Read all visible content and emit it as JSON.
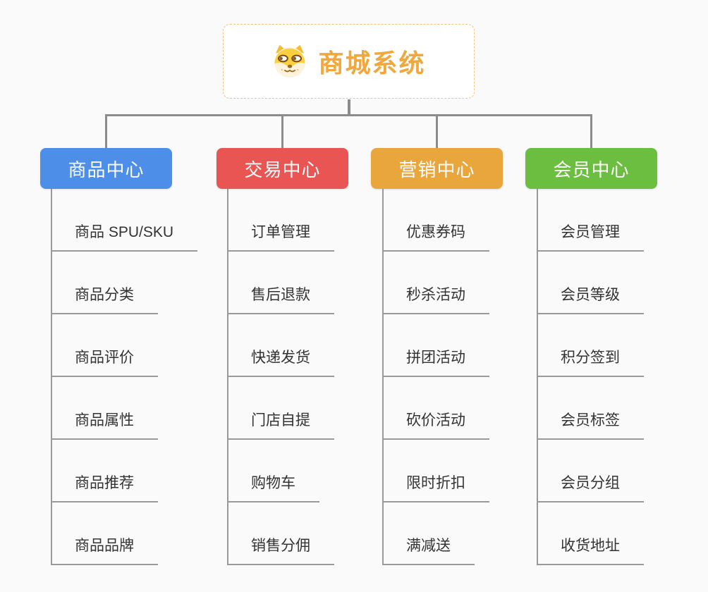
{
  "canvas": {
    "background": "#FAFAFA",
    "connector_color": "#8C8C8C",
    "leaf_line_color": "#999999"
  },
  "root": {
    "title": "商城系统",
    "icon": "doge-icon",
    "title_color": "#F0A73C",
    "border_color": "#F0C27B"
  },
  "branches": [
    {
      "label": "商品中心",
      "color": "#4C8EE8",
      "children": [
        "商品 SPU/SKU",
        "商品分类",
        "商品评价",
        "商品属性",
        "商品推荐",
        "商品品牌"
      ]
    },
    {
      "label": "交易中心",
      "color": "#E85552",
      "children": [
        "订单管理",
        "售后退款",
        "快递发货",
        "门店自提",
        "购物车",
        "销售分佣"
      ]
    },
    {
      "label": "营销中心",
      "color": "#E9A63C",
      "children": [
        "优惠券码",
        "秒杀活动",
        "拼团活动",
        "砍价活动",
        "限时折扣",
        "满减送"
      ]
    },
    {
      "label": "会员中心",
      "color": "#6CBE40",
      "children": [
        "会员管理",
        "会员等级",
        "积分签到",
        "会员标签",
        "会员分组",
        "收货地址"
      ]
    }
  ]
}
